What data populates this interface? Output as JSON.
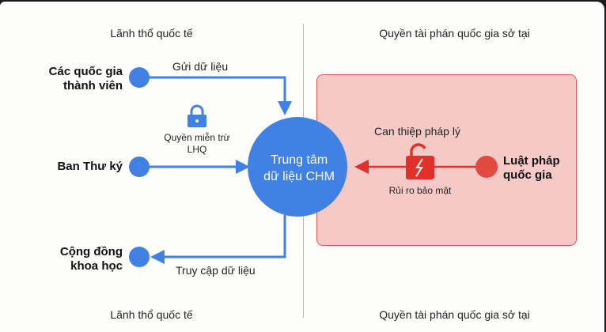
{
  "zones": {
    "left_top": "Lãnh thổ quốc tế",
    "left_bottom": "Lãnh thổ quốc tế",
    "right_top": "Quyền tài phán quốc gia sở tại",
    "right_bottom": "Quyền tài phán quốc gia sở tại"
  },
  "nodes": {
    "member_states": [
      "Các quốc gia",
      "thành viên"
    ],
    "secretariat": "Ban Thư ký",
    "science_community": [
      "Cộng đồng",
      "khoa học"
    ],
    "hub": [
      "Trung tâm",
      "dữ liệu CHM"
    ],
    "national_law": [
      "Luật pháp",
      "quốc gia"
    ]
  },
  "edges": {
    "send_data": "Gửi dữ liệu",
    "access_data": "Truy cập dữ liệu",
    "legal_intervention": "Can thiệp pháp lý"
  },
  "annotations": {
    "immunity": [
      "Quyền miễn trừ",
      "LHQ"
    ],
    "security_risk": "Rủi ro bảo mật"
  },
  "icons": {
    "immunity_icon": "lock-closed-icon",
    "risk_icon": "lock-broken-icon"
  },
  "colors": {
    "blue": "#4281e4",
    "red": "#e0322b",
    "red_node": "#e04a3f",
    "danger_fill": "#f5cac6",
    "danger_border": "#d85a4f"
  }
}
